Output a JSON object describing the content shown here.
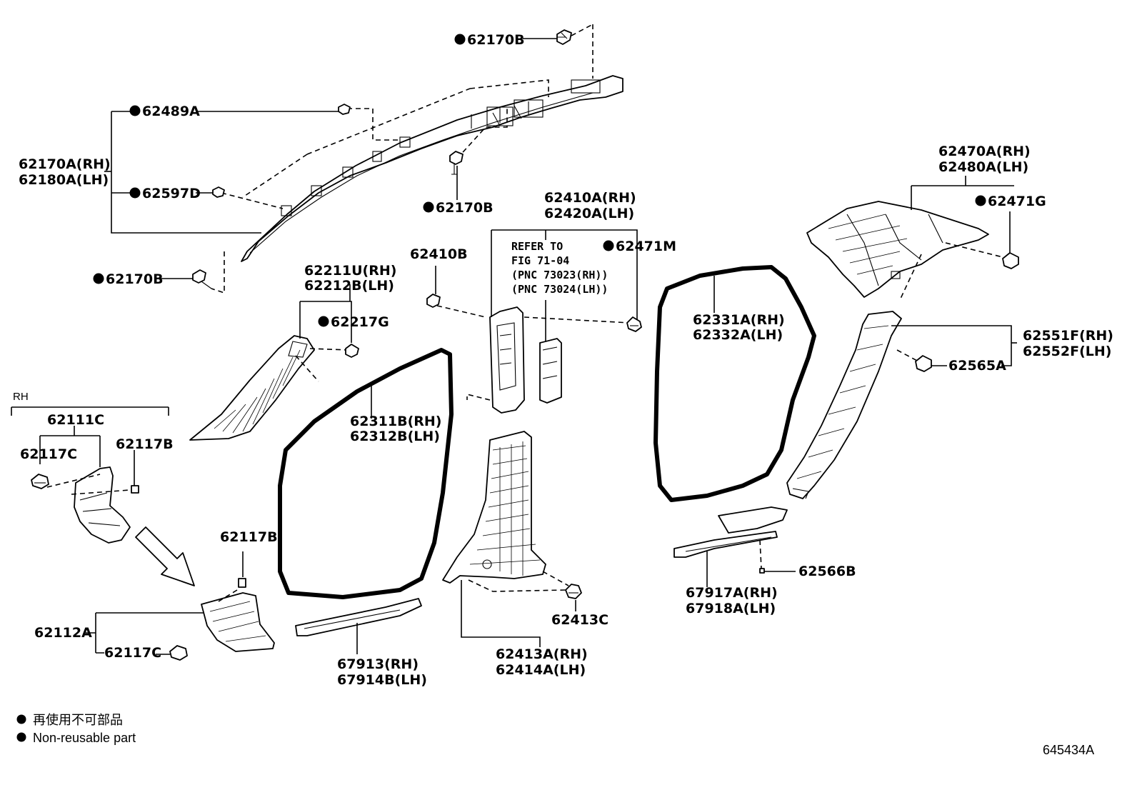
{
  "labels": {
    "p62170B_top": "62170B",
    "p62489A": "62489A",
    "p62170A": "62170A(RH)",
    "p62180A": "62180A(LH)",
    "p62597D": "62597D",
    "p62170B_mid": "62170B",
    "p62170B_left": "62170B",
    "p62410A": "62410A(RH)",
    "p62420A": "62420A(LH)",
    "refer1": "REFER TO",
    "refer2": "FIG 71-04",
    "refer3": "(PNC 73023(RH))",
    "refer4": "(PNC 73024(LH))",
    "p62471M": "62471M",
    "p62410B": "62410B",
    "p62211U": "62211U(RH)",
    "p62212B": "62212B(LH)",
    "p62217G": "62217G",
    "p62470A": "62470A(RH)",
    "p62480A": "62480A(LH)",
    "p62471G": "62471G",
    "p62331A": "62331A(RH)",
    "p62332A": "62332A(LH)",
    "p62551F": "62551F(RH)",
    "p62552F": "62552F(LH)",
    "p62565A": "62565A",
    "rh": "RH",
    "p62111C": "62111C",
    "p62117C_a": "62117C",
    "p62117B_a": "62117B",
    "p62311B": "62311B(RH)",
    "p62312B": "62312B(LH)",
    "p62117B_b": "62117B",
    "p62112A": "62112A",
    "p62117C_b": "62117C",
    "p67913": "67913(RH)",
    "p67914B": "67914B(LH)",
    "p62413C": "62413C",
    "p62413A": "62413A(RH)",
    "p62414A": "62414A(LH)",
    "p62566B": "62566B",
    "p67917A": "67917A(RH)",
    "p67918A": "67918A(LH)"
  },
  "legend": {
    "jp": "再使用不可部品",
    "en": "Non-reusable part"
  },
  "figure_id": "645434A"
}
